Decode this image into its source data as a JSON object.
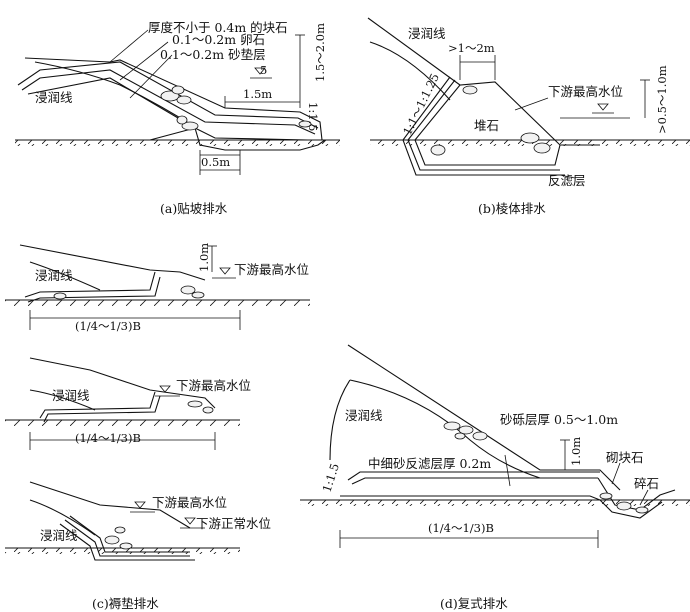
{
  "panel_a": {
    "caption": "(a)贴坡排水",
    "label_stone": "厚度不小于 0.4m 的块石",
    "label_pebble": "0.1～0.2m 卵石",
    "label_sand": "0.1～0.2m 砂垫层",
    "label_infiltration": "浸润线",
    "dim_height": "1.5～2.0m",
    "dim_berm": "1.5m",
    "dim_bottom": "0.5m",
    "slope": "1:1.5",
    "water_mark": "5"
  },
  "panel_b": {
    "caption": "(b)棱体排水",
    "label_infiltration": "浸润线",
    "dim_top": ">1～2m",
    "label_tailwater": "下游最高水位",
    "dim_height": ">0.5～1.0m",
    "label_pile": "堆石",
    "label_filter": "反滤层",
    "slope": "1:1～1:1.25"
  },
  "panel_c": {
    "caption": "(c)褥垫排水",
    "top": {
      "label_infiltration": "浸润线",
      "dim_height": "1.0m",
      "label_tailwater": "下游最高水位",
      "dim_length": "(1/4～1/3)B"
    },
    "mid": {
      "label_infiltration": "浸润线",
      "label_tailwater": "下游最高水位",
      "dim_length": "(1/4～1/3)B"
    },
    "bot": {
      "label_infiltration": "浸润线",
      "label_tailwater_max": "下游最高水位",
      "label_tailwater_normal": "下游正常水位"
    }
  },
  "panel_d": {
    "caption": "(d)复式排水",
    "label_infiltration": "浸润线",
    "label_gravel": "砂砾层厚 0.5～1.0m",
    "label_filter": "中细砂反滤层厚 0.2m",
    "dim_height": "1.0m",
    "label_masonry": "砌块石",
    "label_broken": "碎石",
    "slope": "1:1.5",
    "dim_length": "(1/4～1/3)B"
  }
}
